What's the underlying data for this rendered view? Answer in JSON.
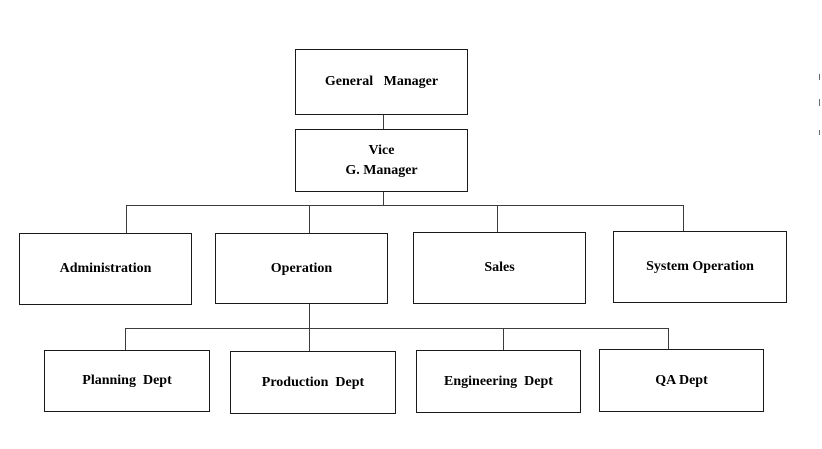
{
  "chart": {
    "top": {
      "label": "General   Manager"
    },
    "vice": {
      "line1": "Vice",
      "line2": "G. Manager"
    },
    "departments": [
      {
        "label": "Administration"
      },
      {
        "label": "Operation"
      },
      {
        "label": "Sales"
      },
      {
        "label": "System Operation"
      }
    ],
    "operation_units": [
      {
        "label": "Planning  Dept"
      },
      {
        "label": "Production  Dept"
      },
      {
        "label": "Engineering  Dept"
      },
      {
        "label": "QA Dept"
      }
    ]
  }
}
